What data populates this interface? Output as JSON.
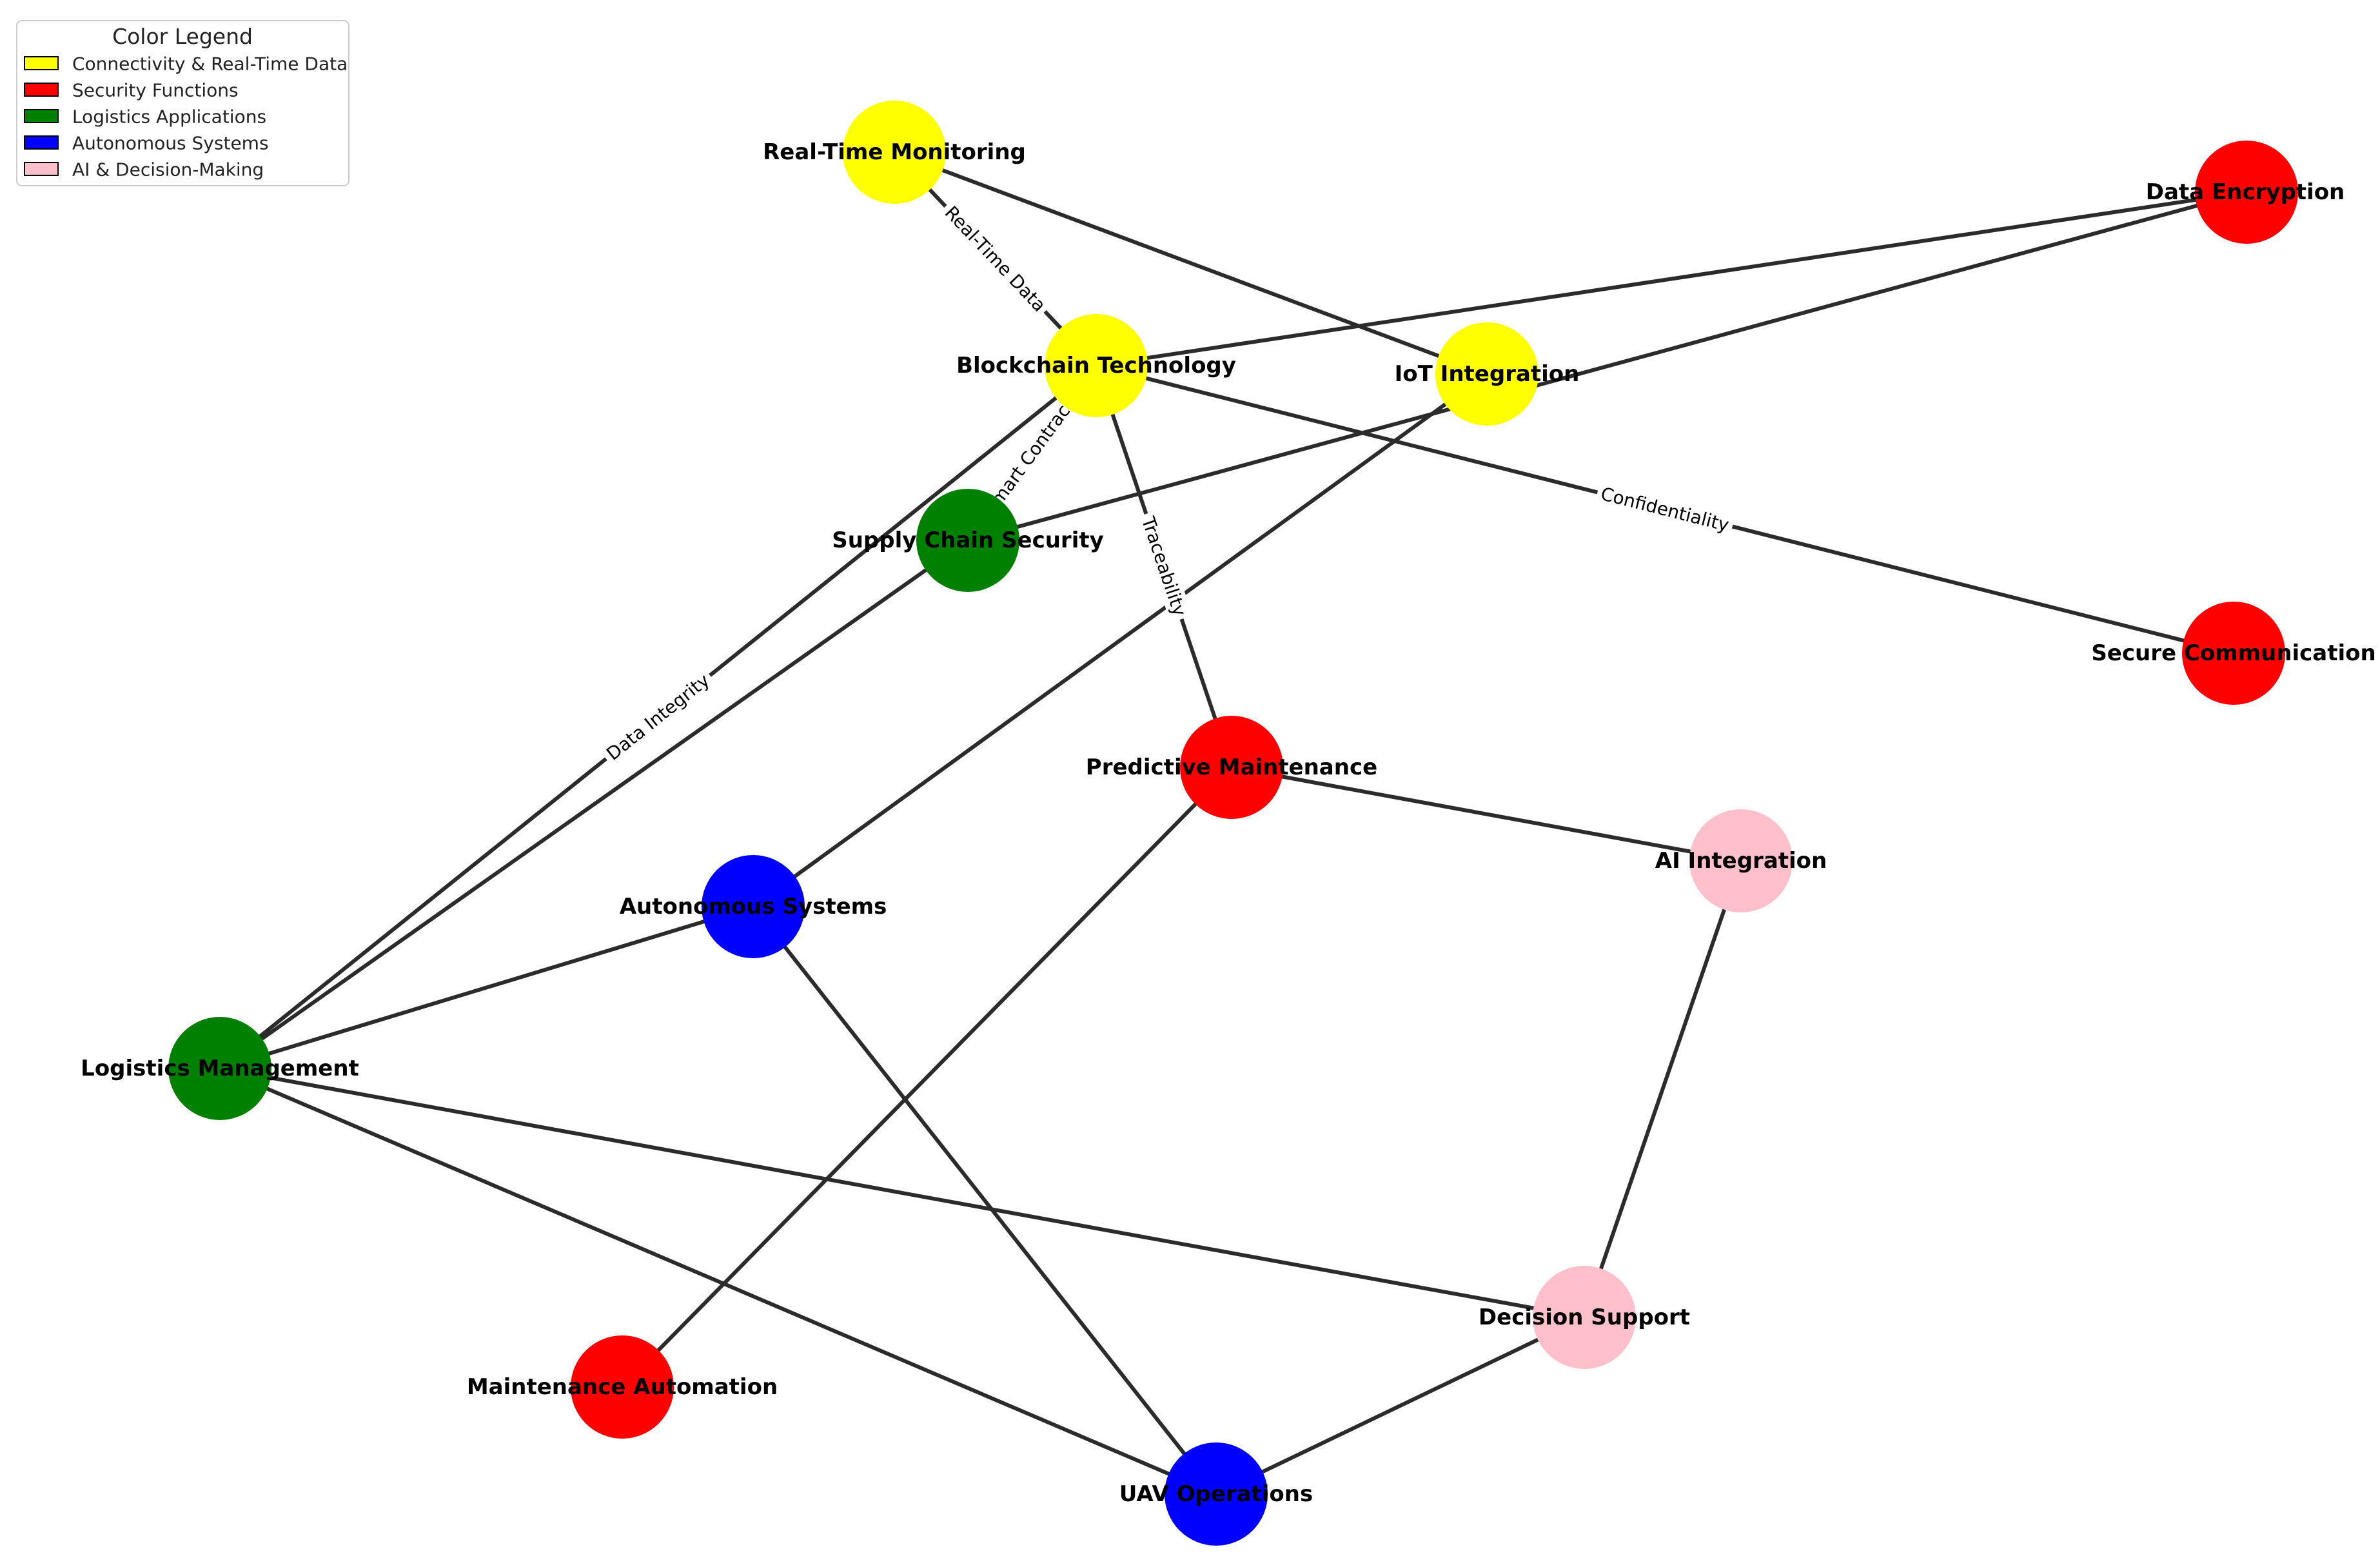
{
  "legend": {
    "title": "Color Legend",
    "items": [
      {
        "label": "Connectivity & Real-Time Data",
        "color": "#ffff00"
      },
      {
        "label": "Security Functions",
        "color": "#ff0000"
      },
      {
        "label": "Logistics Applications",
        "color": "#008000"
      },
      {
        "label": "Autonomous Systems",
        "color": "#0000ff"
      },
      {
        "label": "AI & Decision-Making",
        "color": "#ffc0cb"
      }
    ]
  },
  "nodes": [
    {
      "id": "rtm",
      "label": "Real-Time Monitoring",
      "color": "#ffff00"
    },
    {
      "id": "bt",
      "label": "Blockchain Technology",
      "color": "#ffff00"
    },
    {
      "id": "iot",
      "label": "IoT Integration",
      "color": "#ffff00"
    },
    {
      "id": "de",
      "label": "Data Encryption",
      "color": "#ff0000"
    },
    {
      "id": "scom",
      "label": "Secure Communication",
      "color": "#ff0000"
    },
    {
      "id": "pm",
      "label": "Predictive Maintenance",
      "color": "#ff0000"
    },
    {
      "id": "ma",
      "label": "Maintenance Automation",
      "color": "#ff0000"
    },
    {
      "id": "scs",
      "label": "Supply Chain Security",
      "color": "#008000"
    },
    {
      "id": "lm",
      "label": "Logistics Management",
      "color": "#008000"
    },
    {
      "id": "as",
      "label": "Autonomous Systems",
      "color": "#0000ff"
    },
    {
      "id": "uav",
      "label": "UAV Operations",
      "color": "#0000ff"
    },
    {
      "id": "ai",
      "label": "AI Integration",
      "color": "#ffc0cb"
    },
    {
      "id": "ds",
      "label": "Decision Support",
      "color": "#ffc0cb"
    }
  ],
  "edges": [
    {
      "from": "rtm",
      "to": "bt",
      "label": "Real-Time Data"
    },
    {
      "from": "rtm",
      "to": "iot",
      "label": ""
    },
    {
      "from": "bt",
      "to": "de",
      "label": ""
    },
    {
      "from": "bt",
      "to": "scom",
      "label": "Confidentiality"
    },
    {
      "from": "pm",
      "to": "bt",
      "label": "Traceability"
    },
    {
      "from": "scs",
      "to": "bt",
      "label": "Smart Contracts"
    },
    {
      "from": "bt",
      "to": "lm",
      "label": "Data Integrity"
    },
    {
      "from": "de",
      "to": "scs",
      "label": ""
    },
    {
      "from": "iot",
      "to": "as",
      "label": ""
    },
    {
      "from": "scs",
      "to": "lm",
      "label": ""
    },
    {
      "from": "pm",
      "to": "ai",
      "label": ""
    },
    {
      "from": "ma",
      "to": "pm",
      "label": ""
    },
    {
      "from": "as",
      "to": "lm",
      "label": ""
    },
    {
      "from": "as",
      "to": "uav",
      "label": ""
    },
    {
      "from": "lm",
      "to": "ds",
      "label": ""
    },
    {
      "from": "lm",
      "to": "uav",
      "label": ""
    },
    {
      "from": "ai",
      "to": "ds",
      "label": ""
    },
    {
      "from": "ds",
      "to": "uav",
      "label": ""
    }
  ]
}
